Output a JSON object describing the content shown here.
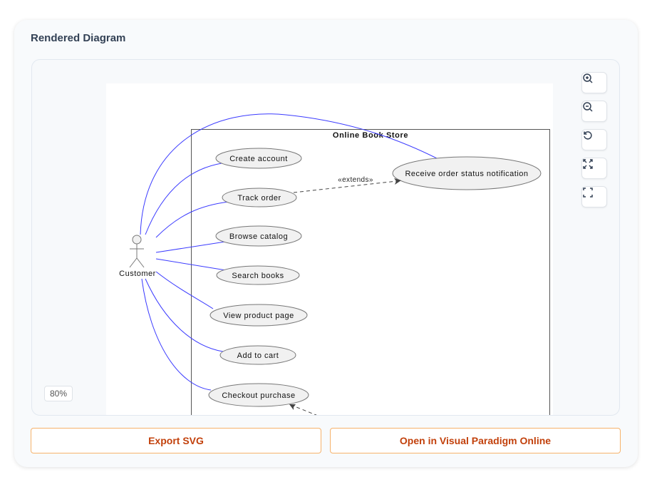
{
  "panel": {
    "title": "Rendered Diagram"
  },
  "controls": [
    {
      "icon": "zoom-in-icon"
    },
    {
      "icon": "zoom-out-icon"
    },
    {
      "icon": "reset-icon"
    },
    {
      "icon": "fit-icon"
    },
    {
      "icon": "fullscreen-icon"
    }
  ],
  "zoom_level": "80%",
  "diagram": {
    "system_name": "Online Book Store",
    "actor": "Customer",
    "use_cases": [
      "Create account",
      "Track order",
      "Browse catalog",
      "Search books",
      "View product page",
      "Add to cart",
      "Checkout purchase",
      "Receive order status notification"
    ],
    "extends_label": "«extends»",
    "colors": {
      "association": "#3b3bff",
      "ellipse_fill": "#f1f1f1"
    }
  },
  "buttons": {
    "export": "Export SVG",
    "open": "Open in Visual Paradigm Online"
  }
}
